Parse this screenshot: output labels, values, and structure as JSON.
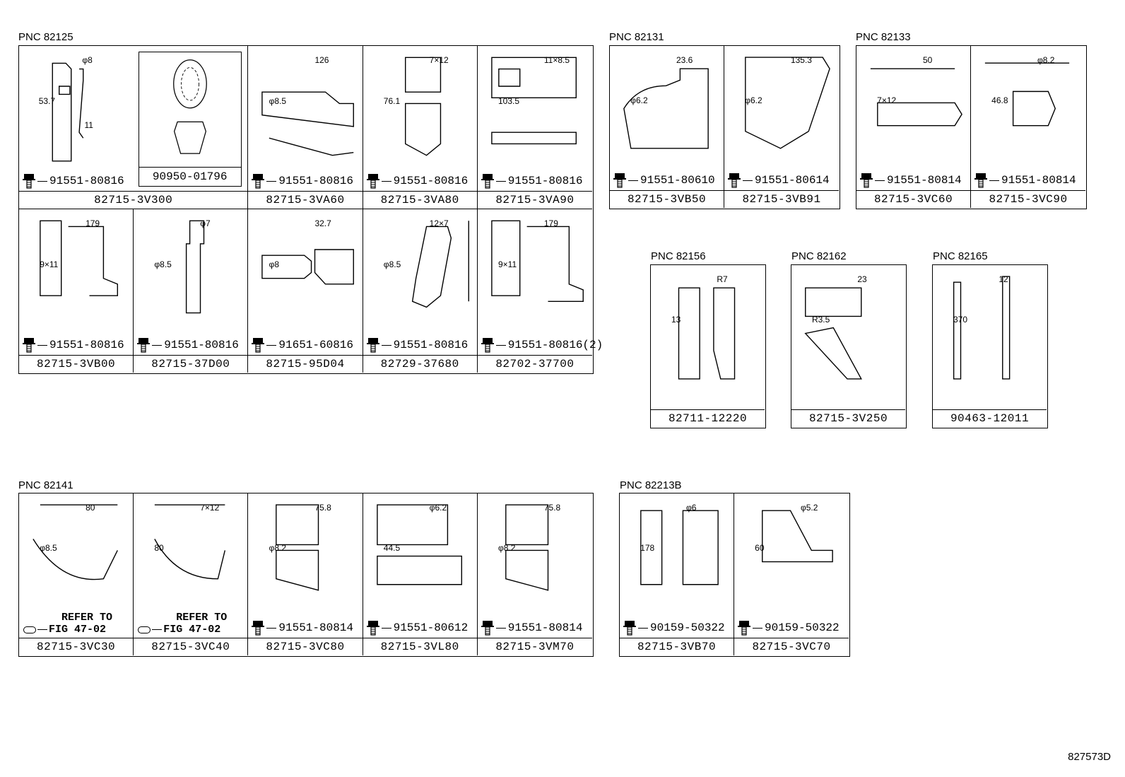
{
  "groups": [
    {
      "id": "g82125",
      "title": "PNC 82125",
      "cells": [
        {
          "part": "82715-3V300",
          "bolt": "91551-80816",
          "inner_part": "90950-01796",
          "dims": [
            "φ8",
            "53.7",
            "11"
          ],
          "span": 2
        },
        {
          "part": "82715-3VA60",
          "bolt": "91551-80816",
          "dims": [
            "126",
            "φ8.5"
          ]
        },
        {
          "part": "82715-3VA80",
          "bolt": "91551-80816",
          "dims": [
            "7×12",
            "76.1"
          ]
        },
        {
          "part": "82715-3VA90",
          "bolt": "91551-80816",
          "dims": [
            "11×8.5",
            "103.5"
          ]
        },
        {
          "part": "82715-3VB00",
          "bolt": "91551-80816",
          "dims": [
            "179",
            "9×11"
          ]
        },
        {
          "part": "82715-37D00",
          "bolt": "91551-80816",
          "dims": [
            "φ7",
            "φ8.5"
          ]
        },
        {
          "part": "82715-95D04",
          "bolt": "91651-60816",
          "dims": [
            "32.7",
            "φ8"
          ]
        },
        {
          "part": "82729-37680",
          "bolt": "91551-80816",
          "dims": [
            "12×7",
            "φ8.5"
          ]
        },
        {
          "part": "82702-37700",
          "bolt": "91551-80816(2)",
          "dims": [
            "179",
            "9×11"
          ]
        }
      ]
    },
    {
      "id": "g82131",
      "title": "PNC 82131",
      "cells": [
        {
          "part": "82715-3VB50",
          "bolt": "91551-80610",
          "dims": [
            "23.6",
            "φ6.2"
          ]
        },
        {
          "part": "82715-3VB91",
          "bolt": "91551-80614",
          "dims": [
            "135.3",
            "φ6.2"
          ]
        }
      ]
    },
    {
      "id": "g82133",
      "title": "PNC 82133",
      "cells": [
        {
          "part": "82715-3VC60",
          "bolt": "91551-80814",
          "dims": [
            "50",
            "7×12"
          ]
        },
        {
          "part": "82715-3VC90",
          "bolt": "91551-80814",
          "dims": [
            "φ8.2",
            "46.8"
          ]
        }
      ]
    },
    {
      "id": "g82156",
      "title": "PNC 82156",
      "cells": [
        {
          "part": "82711-12220",
          "dims": [
            "R7",
            "13"
          ]
        }
      ]
    },
    {
      "id": "g82162",
      "title": "PNC 82162",
      "cells": [
        {
          "part": "82715-3V250",
          "dims": [
            "23",
            "R3.5"
          ]
        }
      ]
    },
    {
      "id": "g82165",
      "title": "PNC 82165",
      "cells": [
        {
          "part": "90463-12011",
          "dims": [
            "12",
            "370"
          ]
        }
      ]
    },
    {
      "id": "g82141",
      "title": "PNC 82141",
      "cells": [
        {
          "part": "82715-3VC30",
          "refer": [
            "REFER TO",
            "FIG 47-02"
          ],
          "dims": [
            "80",
            "φ8.5"
          ]
        },
        {
          "part": "82715-3VC40",
          "refer": [
            "REFER TO",
            "FIG 47-02"
          ],
          "dims": [
            "7×12",
            "80"
          ]
        },
        {
          "part": "82715-3VC80",
          "bolt": "91551-80814",
          "dims": [
            "75.8",
            "φ8.2"
          ]
        },
        {
          "part": "82715-3VL80",
          "bolt": "91551-80612",
          "dims": [
            "φ6.2",
            "44.5"
          ]
        },
        {
          "part": "82715-3VM70",
          "bolt": "91551-80814",
          "dims": [
            "75.8",
            "φ8.2"
          ]
        }
      ]
    },
    {
      "id": "g82213B",
      "title": "PNC 82213B",
      "cells": [
        {
          "part": "82715-3VB70",
          "bolt": "90159-50322",
          "dims": [
            "φ6",
            "178"
          ]
        },
        {
          "part": "82715-3VC70",
          "bolt": "90159-50322",
          "dims": [
            "φ5.2",
            "60"
          ]
        }
      ]
    }
  ],
  "ref_code": "827573D"
}
